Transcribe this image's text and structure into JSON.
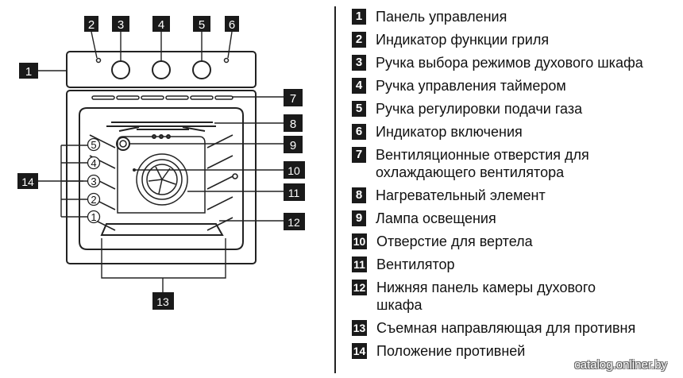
{
  "diagram": {
    "markers": [
      "1",
      "2",
      "3",
      "4",
      "5",
      "6",
      "7",
      "8",
      "9",
      "10",
      "11",
      "12",
      "13",
      "14"
    ],
    "shelf_levels": [
      "1",
      "2",
      "3",
      "4",
      "5"
    ]
  },
  "legend": {
    "items": [
      {
        "num": "1",
        "text": "Панель управления"
      },
      {
        "num": "2",
        "text": "Индикатор функции гриля"
      },
      {
        "num": "3",
        "text": "Ручка выбора режимов духового шкафа"
      },
      {
        "num": "4",
        "text": "Ручка управления таймером"
      },
      {
        "num": "5",
        "text": "Ручка регулировки подачи газа"
      },
      {
        "num": "6",
        "text": "Индикатор включения"
      },
      {
        "num": "7",
        "text": "Вентиляционные отверстия для охлаждающего вентилятора"
      },
      {
        "num": "8",
        "text": "Нагревательный элемент"
      },
      {
        "num": "9",
        "text": "Лампа освещения"
      },
      {
        "num": "10",
        "text": "Отверстие для вертела"
      },
      {
        "num": "11",
        "text": "Вентилятор"
      },
      {
        "num": "12",
        "text": "Нижняя панель камеры духового шкафа"
      },
      {
        "num": "13",
        "text": "Съемная направляющая для противня"
      },
      {
        "num": "14",
        "text": "Положение противней"
      }
    ]
  },
  "watermark": "catalog.onliner.by"
}
